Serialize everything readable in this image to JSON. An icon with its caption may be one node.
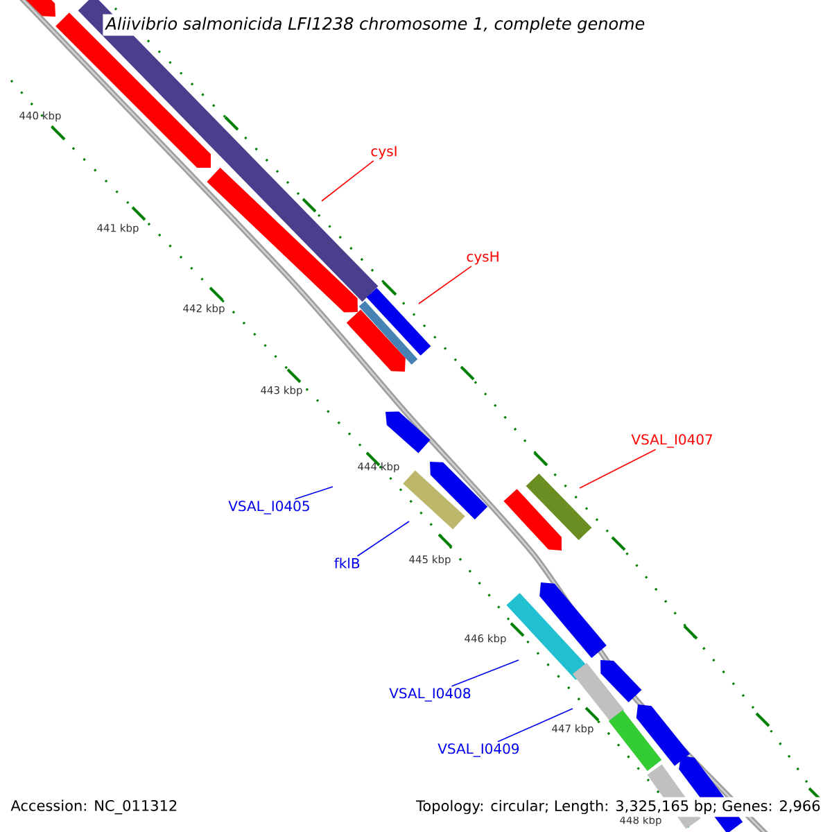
{
  "diagram": {
    "title": "Aliivibrio salmonicida LFI1238 chromosome 1, complete genome",
    "nodes": [
      {
        "text": [
          "cysI"
        ]
      },
      {
        "text": [
          "cysH"
        ]
      },
      {
        "text": [
          "VSAL_I0407"
        ]
      },
      {
        "text": [
          "VSAL_I0405"
        ]
      },
      {
        "text": [
          "fklB"
        ]
      },
      {
        "text": [
          "VSAL_I0408"
        ]
      },
      {
        "text": [
          "VSAL_I0409"
        ]
      }
    ],
    "edges": [
      {
        "from": 0,
        "to": null,
        "arrow": "none",
        "color": "#ff0000"
      },
      {
        "from": 1,
        "to": null,
        "arrow": "none",
        "color": "#ff0000"
      },
      {
        "from": 2,
        "to": null,
        "arrow": "none",
        "color": "#ff0000"
      },
      {
        "from": 3,
        "to": null,
        "arrow": "none"
      },
      {
        "from": 4,
        "to": null,
        "arrow": "none"
      },
      {
        "from": 5,
        "to": null,
        "arrow": "none"
      },
      {
        "from": 6,
        "to": null,
        "arrow": "none"
      }
    ],
    "labels": [
      "440 kbp",
      "441 kbp",
      "442 kbp",
      "443 kbp",
      "444 kbp",
      "445 kbp",
      "446 kbp",
      "447 kbp",
      "448 kbp",
      "Accession: NC_011312",
      "Topology: circular; Length: 3,325,165 bp; Genes: 2,966"
    ]
  }
}
